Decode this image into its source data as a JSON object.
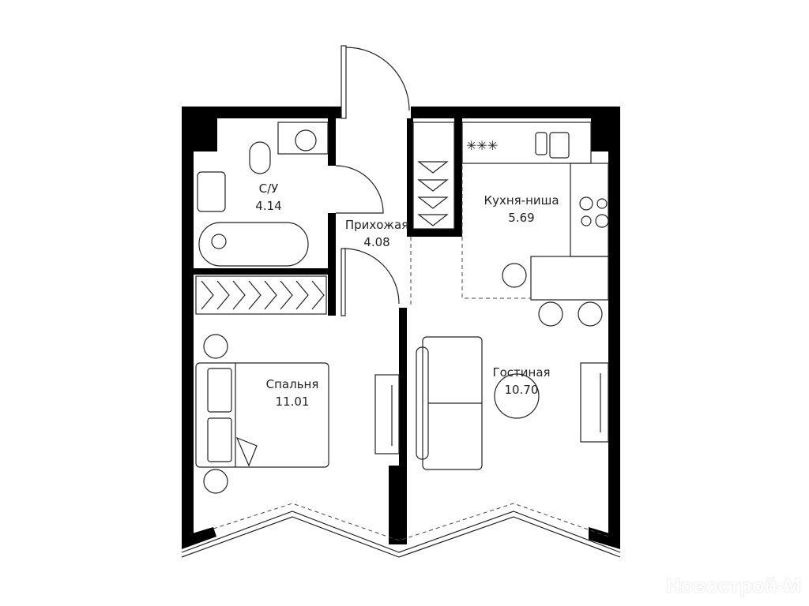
{
  "rooms": [
    {
      "name": "С/У",
      "area": "4.14"
    },
    {
      "name": "Прихожая",
      "area": "4.08"
    },
    {
      "name": "Кухня-ниша",
      "area": "5.69"
    },
    {
      "name": "Спальня",
      "area": "11.01"
    },
    {
      "name": "Гостиная",
      "area": "10.70"
    }
  ],
  "watermark": "Новострой-М"
}
